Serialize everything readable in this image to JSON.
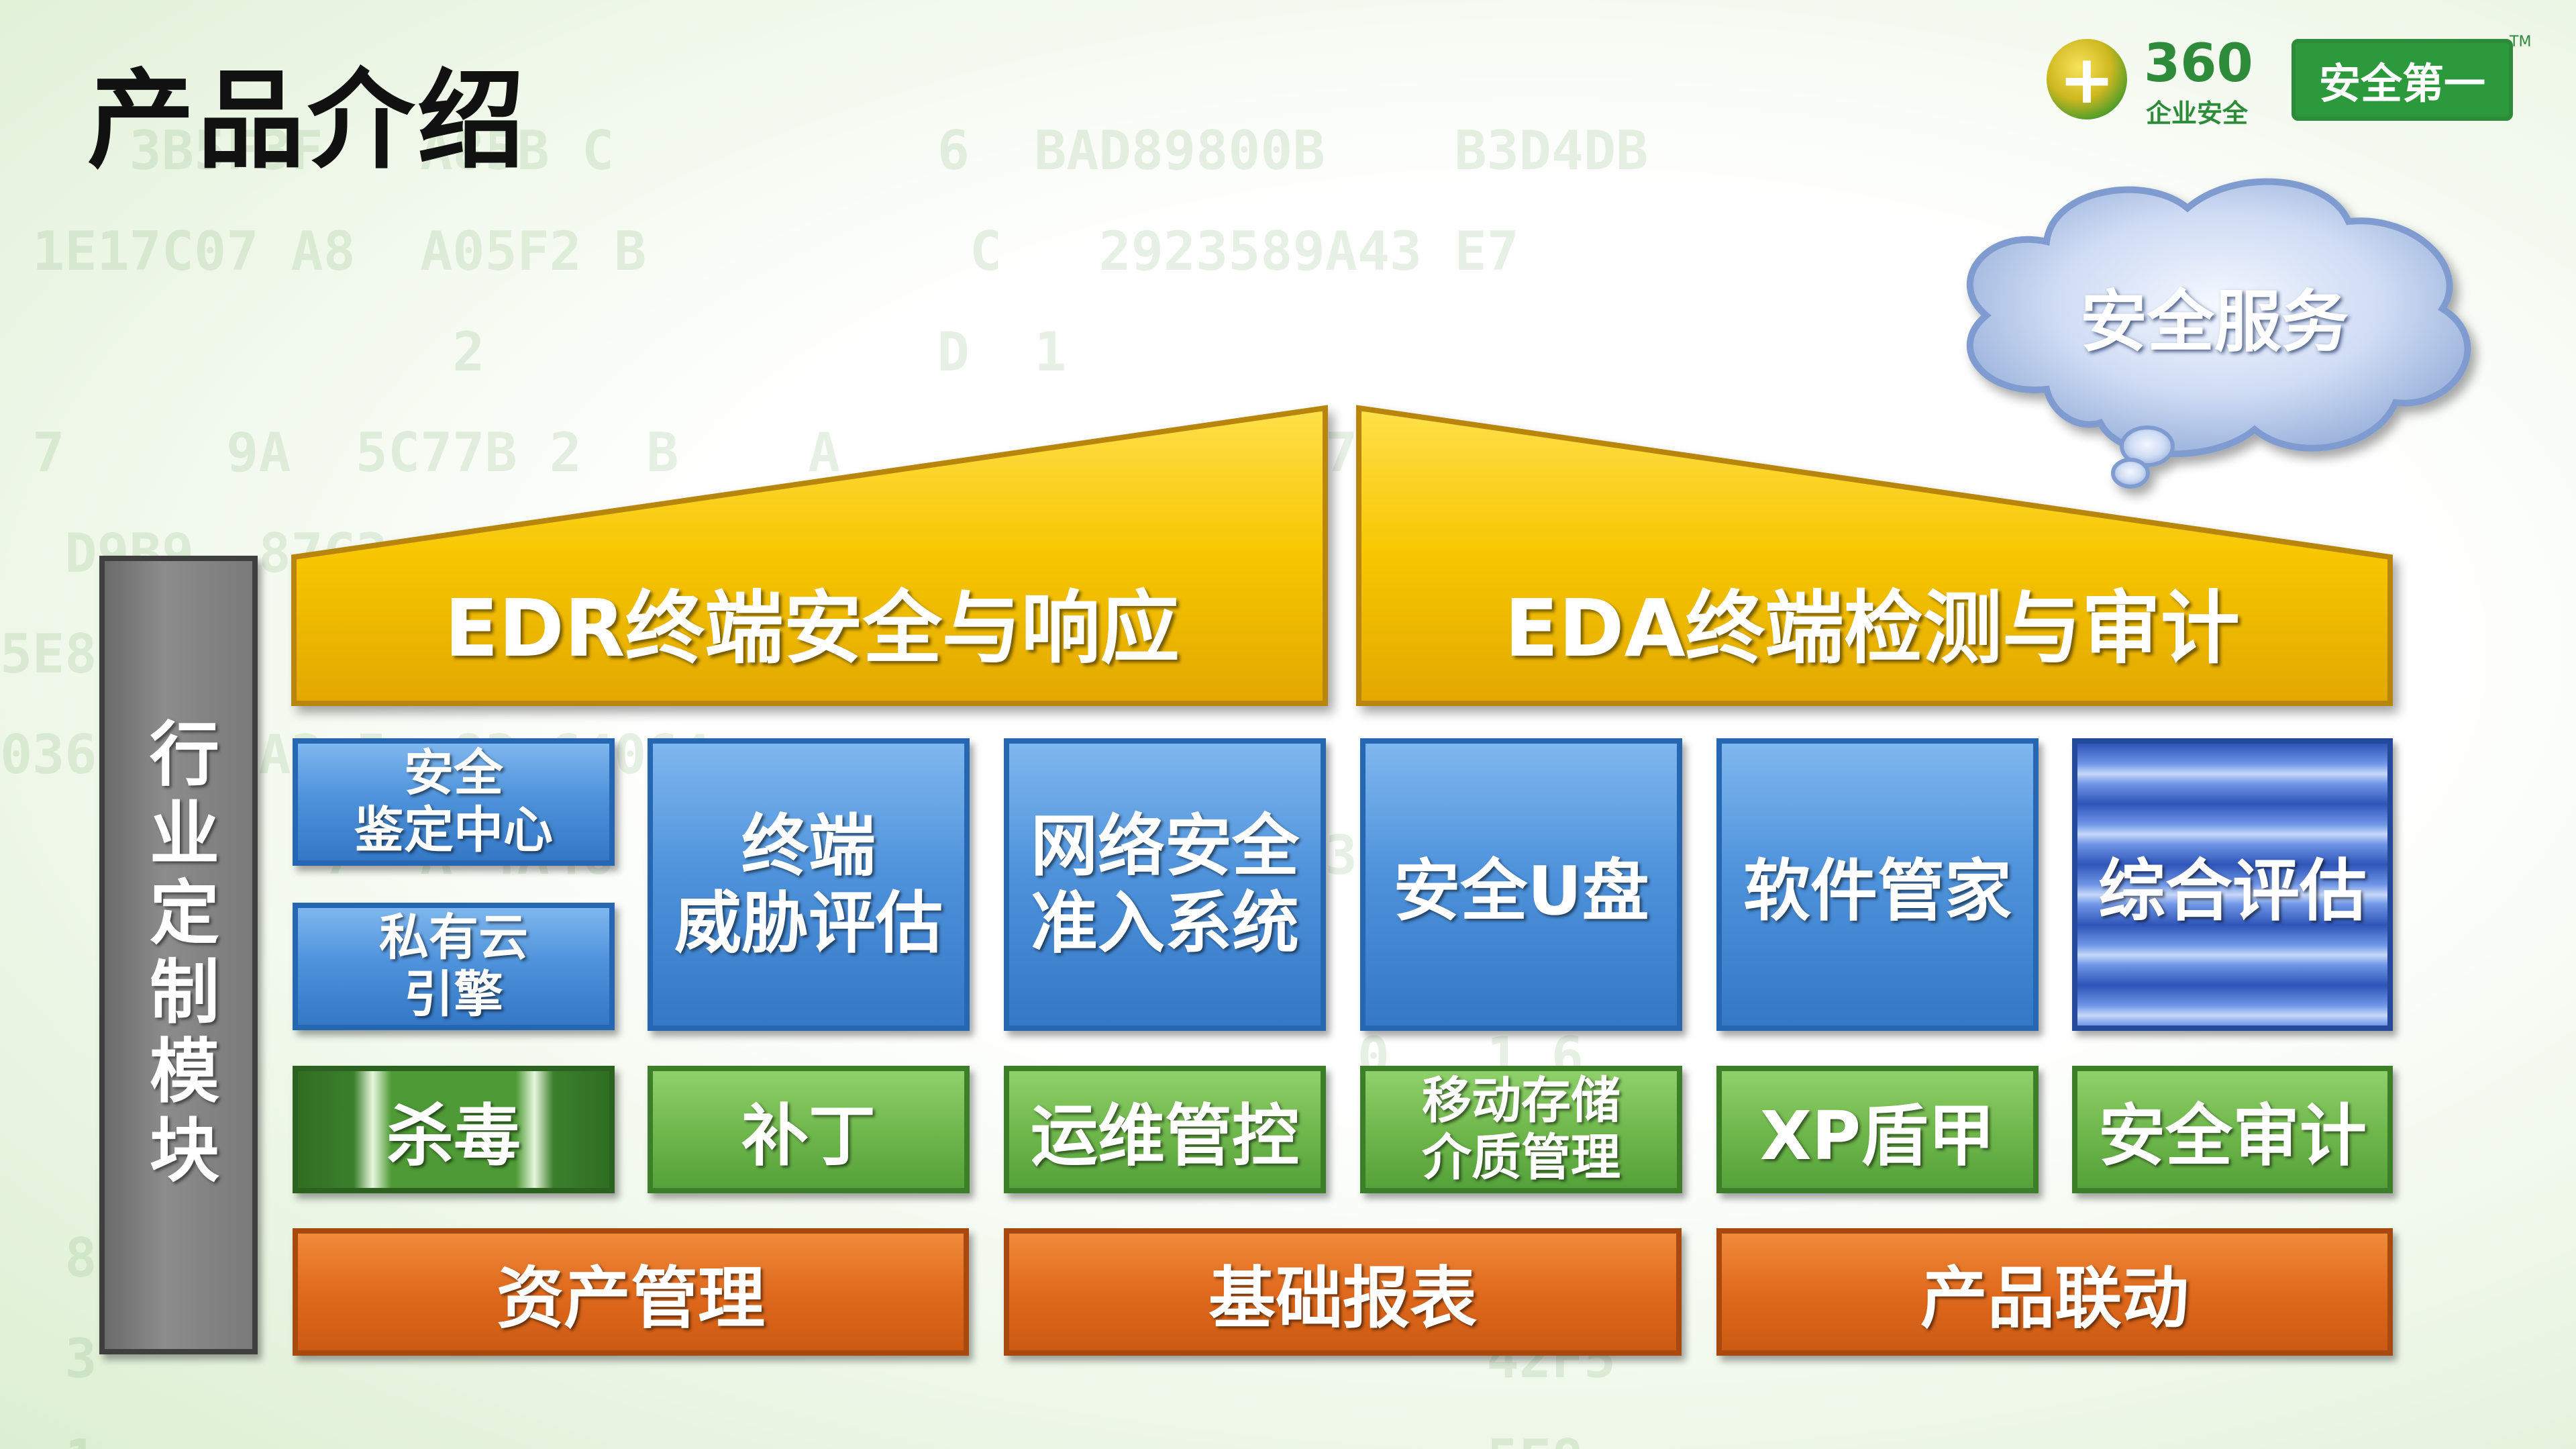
{
  "page": {
    "title": "产品介绍"
  },
  "logo": {
    "brand": "360",
    "sub": "企业安全",
    "slogan": "安全第一",
    "tm": "TM"
  },
  "cloud": {
    "label": "安全服务"
  },
  "side": {
    "label": "行业定制模块"
  },
  "roofs": [
    {
      "label": "EDR终端安全与响应"
    },
    {
      "label": "EDA终端检测与审计"
    }
  ],
  "blue_row": {
    "small": [
      {
        "line1": "安全",
        "line2": "鉴定中心"
      },
      {
        "line1": "私有云",
        "line2": "引擎"
      }
    ],
    "items": [
      {
        "line1": "终端",
        "line2": "威胁评估"
      },
      {
        "line1": "网络安全",
        "line2": "准入系统"
      },
      {
        "label": "安全U盘"
      },
      {
        "label": "软件管家"
      },
      {
        "label": "综合评估"
      }
    ]
  },
  "green_row": {
    "items": [
      {
        "label": "杀毒"
      },
      {
        "label": "补丁"
      },
      {
        "label": "运维管控"
      },
      {
        "line1": "移动存储",
        "line2": "介质管理"
      },
      {
        "label": "XP盾甲"
      },
      {
        "label": "安全审计"
      }
    ]
  },
  "orange_row": {
    "items": [
      {
        "label": "资产管理"
      },
      {
        "label": "基础报表"
      },
      {
        "label": "产品联动"
      }
    ]
  }
}
